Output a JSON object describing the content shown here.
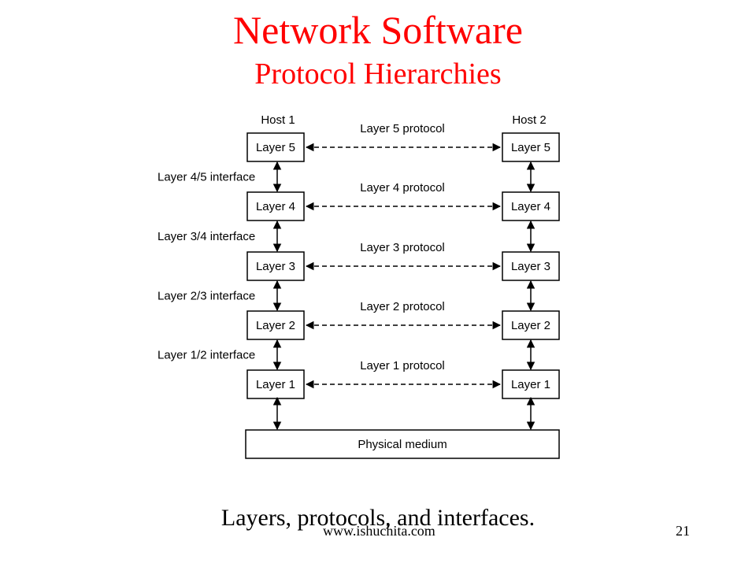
{
  "slide": {
    "title": "Network Software",
    "subtitle": "Protocol Hierarchies",
    "caption": "Layers, protocols, and interfaces.",
    "footer": "www.ishuchita.com",
    "page_number": "21"
  },
  "diagram": {
    "hosts": [
      "Host 1",
      "Host 2"
    ],
    "layers": [
      "Layer 5",
      "Layer 4",
      "Layer 3",
      "Layer 2",
      "Layer 1"
    ],
    "protocols": [
      "Layer 5 protocol",
      "Layer 4 protocol",
      "Layer 3 protocol",
      "Layer 2 protocol",
      "Layer 1 protocol"
    ],
    "interfaces": [
      "Layer 4/5 interface",
      "Layer 3/4 interface",
      "Layer 2/3 interface",
      "Layer 1/2 interface"
    ],
    "medium": "Physical medium"
  }
}
